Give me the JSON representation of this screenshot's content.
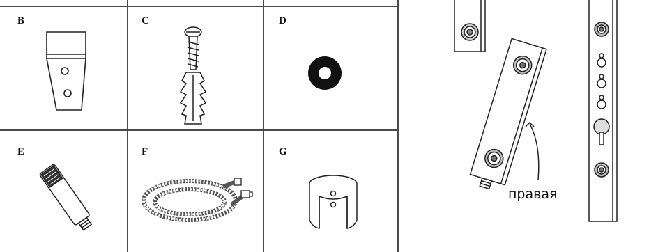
{
  "parts_table": {
    "cells": [
      {
        "label": "B",
        "icon": "mounting-bracket-icon"
      },
      {
        "label": "C",
        "icon": "screw-and-wall-plug-icon"
      },
      {
        "label": "D",
        "icon": "washer-ring-icon"
      },
      {
        "label": "E",
        "icon": "hand-shower-icon"
      },
      {
        "label": "F",
        "icon": "shower-hose-icon"
      },
      {
        "label": "G",
        "icon": "holder-clip-icon"
      }
    ]
  },
  "panels": {
    "right_panel_caption": "правая",
    "icons": [
      "shower-panel-top-icon",
      "shower-panel-right-icon",
      "shower-panel-side-icon",
      "arrow-icon"
    ]
  }
}
